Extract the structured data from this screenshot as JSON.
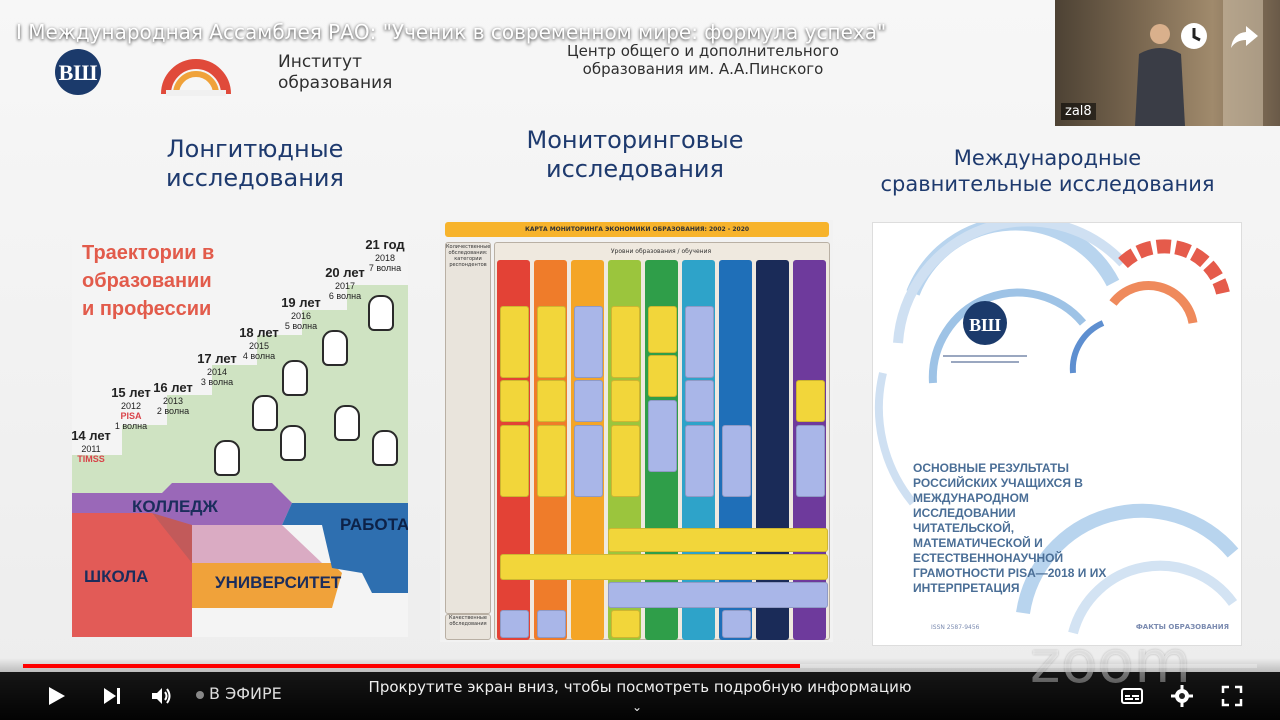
{
  "video": {
    "title": "I Международная Ассамблея РАО: \"Ученик в современном мире: формула успеха\""
  },
  "slide": {
    "institute": [
      "Институт",
      "образования"
    ],
    "center": [
      "Центр общего и дополнительного",
      "образования  им. А.А.Пинского"
    ],
    "columns": {
      "longitudinal": [
        "Лонгитюдные",
        "исследования"
      ],
      "monitoring": [
        "Мониторинговые",
        "исследования"
      ],
      "international": [
        "Международные",
        "сравнительные исследования"
      ]
    },
    "left_graphic": {
      "heading": [
        "Траектории в",
        "образовании",
        "и профессии"
      ],
      "ages": [
        {
          "age": "14 лет",
          "year": "2011",
          "sub": "TIMSS"
        },
        {
          "age": "15 лет",
          "year": "2012",
          "sub": "PISA",
          "wave": "1 волна"
        },
        {
          "age": "16 лет",
          "year": "2013",
          "wave": "2 волна"
        },
        {
          "age": "17 лет",
          "year": "2014",
          "wave": "3 волна"
        },
        {
          "age": "18 лет",
          "year": "2015",
          "wave": "4 волна"
        },
        {
          "age": "19 лет",
          "year": "2016",
          "wave": "5 волна"
        },
        {
          "age": "20 лет",
          "year": "2017",
          "wave": "6 волна"
        },
        {
          "age": "21 год",
          "year": "2018",
          "wave": "7 волна"
        }
      ],
      "flows": {
        "college": "КОЛЛЕДЖ",
        "work": "РАБОТА",
        "school": "ШКОЛА",
        "university": "УНИВЕРСИТЕТ"
      }
    },
    "monitoring_map": {
      "title": "КАРТА МОНИТОРИНГА ЭКОНОМИКИ ОБРАЗОВАНИЯ:    2002 - 2020",
      "levels_header": "Уровни образования / обучения",
      "left_header": "Количественные обследования: категории респондентов",
      "bottom_left": "Качественные обследования"
    },
    "book": {
      "title": "ОСНОВНЫЕ РЕЗУЛЬТАТЫ РОССИЙСКИХ УЧАЩИХСЯ В МЕЖДУНАРОДНОМ ИССЛЕДОВАНИИ ЧИТАТЕЛЬСКОЙ, МАТЕМАТИЧЕСКОЙ И ЕСТЕСТВЕННОНАУЧНОЙ ГРАМОТНОСТИ PISA—2018 И ИХ ИНТЕРПРЕТАЦИЯ",
      "series": "ФАКТЫ ОБРАЗОВАНИЯ",
      "issn": "ISSN 2587-9456"
    }
  },
  "webcam": {
    "label": "zal8"
  },
  "watermark": "zoom",
  "player": {
    "live_label": "В ЭФИРЕ",
    "hint": "Прокрутите экран вниз, чтобы посмотреть подробную информацию",
    "progress": 0.63,
    "colors": {
      "progress": "#ff0000"
    }
  }
}
